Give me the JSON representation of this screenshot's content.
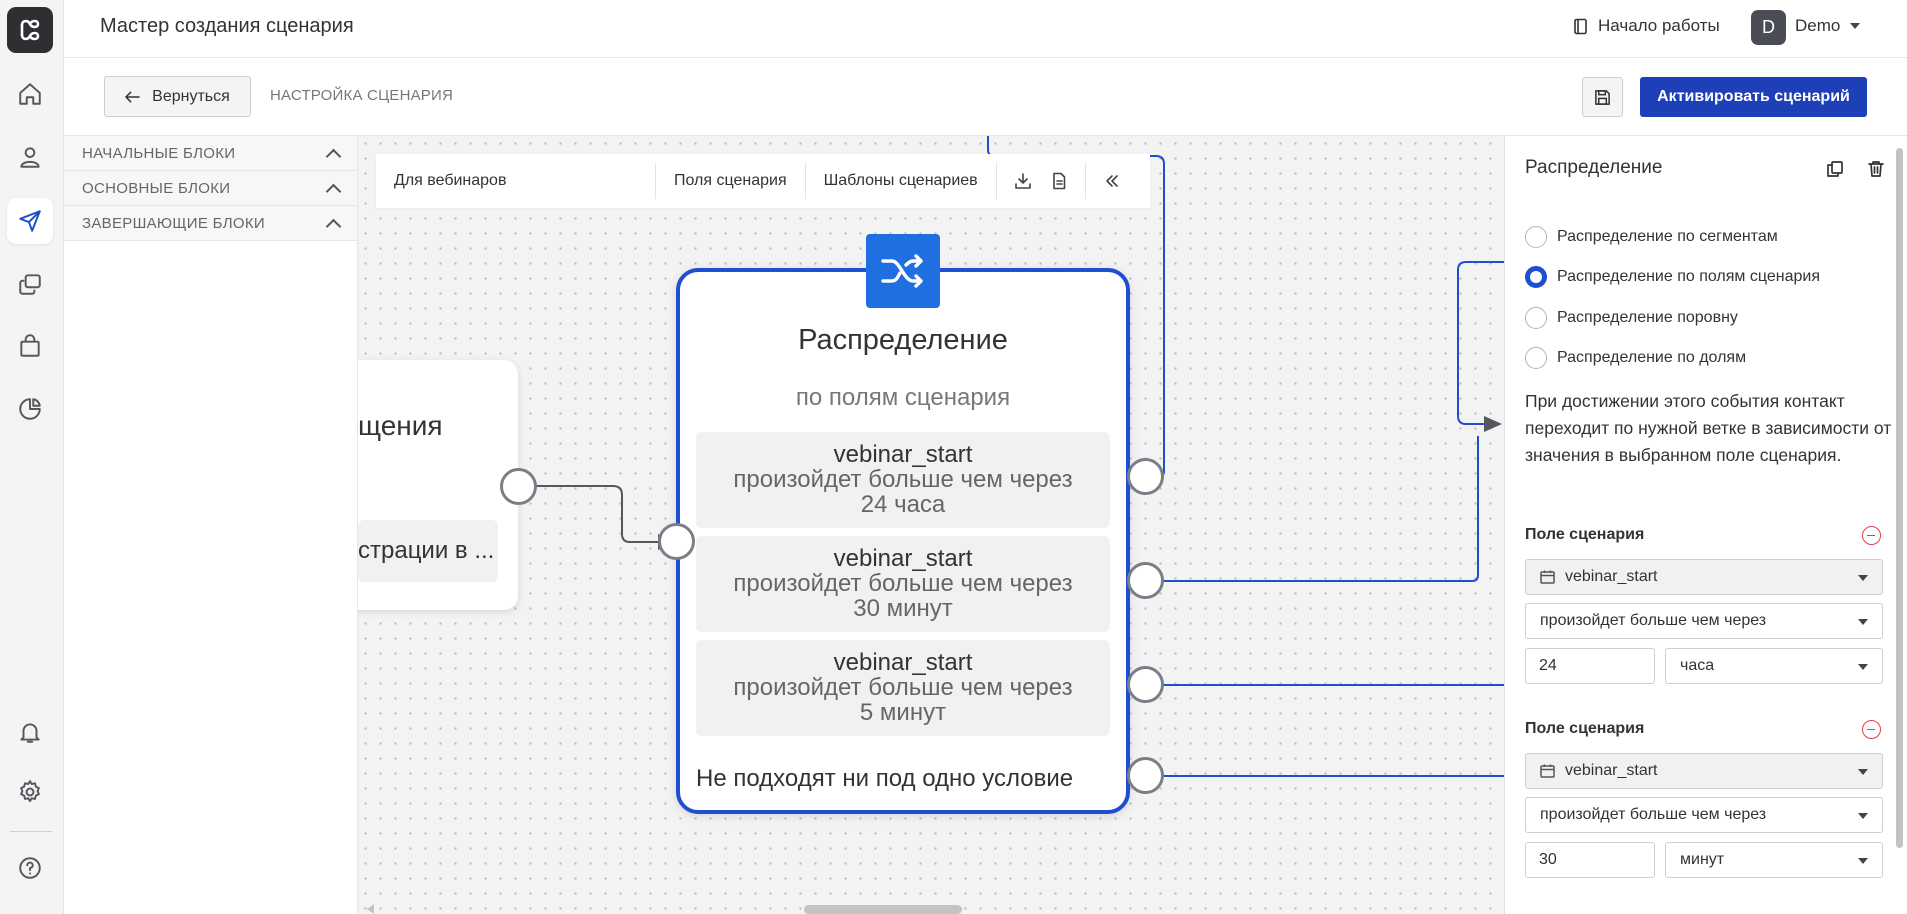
{
  "rail": {
    "items": [
      {
        "icon": "home-icon"
      },
      {
        "icon": "user-icon"
      },
      {
        "icon": "send-icon",
        "active": true
      },
      {
        "icon": "copy-icon"
      },
      {
        "icon": "shopping-bag-icon"
      },
      {
        "icon": "pie-chart-icon"
      },
      {
        "icon": "bell-icon"
      },
      {
        "icon": "gear-icon"
      },
      {
        "icon": "help-icon"
      }
    ]
  },
  "header": {
    "title": "Мастер создания сценария",
    "getting_started": "Начало работы",
    "avatar_letter": "D",
    "user_name": "Demo"
  },
  "toolbar": {
    "back_label": "Вернуться",
    "breadcrumb": "НАСТРОЙКА СЦЕНАРИЯ",
    "activate_label": "Активировать сценарий"
  },
  "blocks": {
    "groups": [
      "НАЧАЛЬНЫЕ БЛОКИ",
      "ОСНОВНЫЕ БЛОКИ",
      "ЗАВЕРШАЮЩИЕ БЛОКИ"
    ]
  },
  "canvas": {
    "toolbar": {
      "category": "Для вебинаров",
      "fields": "Поля сценария",
      "templates": "Шаблоны сценариев"
    },
    "left_node": {
      "title_fragment": "щения",
      "row_fragment": "страции в ..."
    },
    "main_node": {
      "title": "Распределение",
      "subtitle": "по полям сценария",
      "conditions": [
        {
          "field": "vebinar_start",
          "rule": "произойдет больше чем через",
          "amount": "24 часа"
        },
        {
          "field": "vebinar_start",
          "rule": "произойдет больше чем через",
          "amount": "30 минут"
        },
        {
          "field": "vebinar_start",
          "rule": "произойдет больше чем через",
          "amount": "5 минут"
        }
      ],
      "fallback": "Не подходят ни под одно условие"
    },
    "accent": "#1f4fd1"
  },
  "panel": {
    "title": "Распределение",
    "options": [
      {
        "label": "Распределение по сегментам",
        "selected": false
      },
      {
        "label": "Распределение по полям сценария",
        "selected": true
      },
      {
        "label": "Распределение поровну",
        "selected": false
      },
      {
        "label": "Распределение по долям",
        "selected": false
      }
    ],
    "description": "При достижении этого события контакт переходит по нужной ветке в зависимости от значения в выбранном поле сценария.",
    "fields": [
      {
        "label": "Поле сценария",
        "field": "vebinar_start",
        "rule": "произойдет больше чем через",
        "value": "24",
        "unit": "часа"
      },
      {
        "label": "Поле сценария",
        "field": "vebinar_start",
        "rule": "произойдет больше чем через",
        "value": "30",
        "unit": "минут"
      }
    ]
  }
}
